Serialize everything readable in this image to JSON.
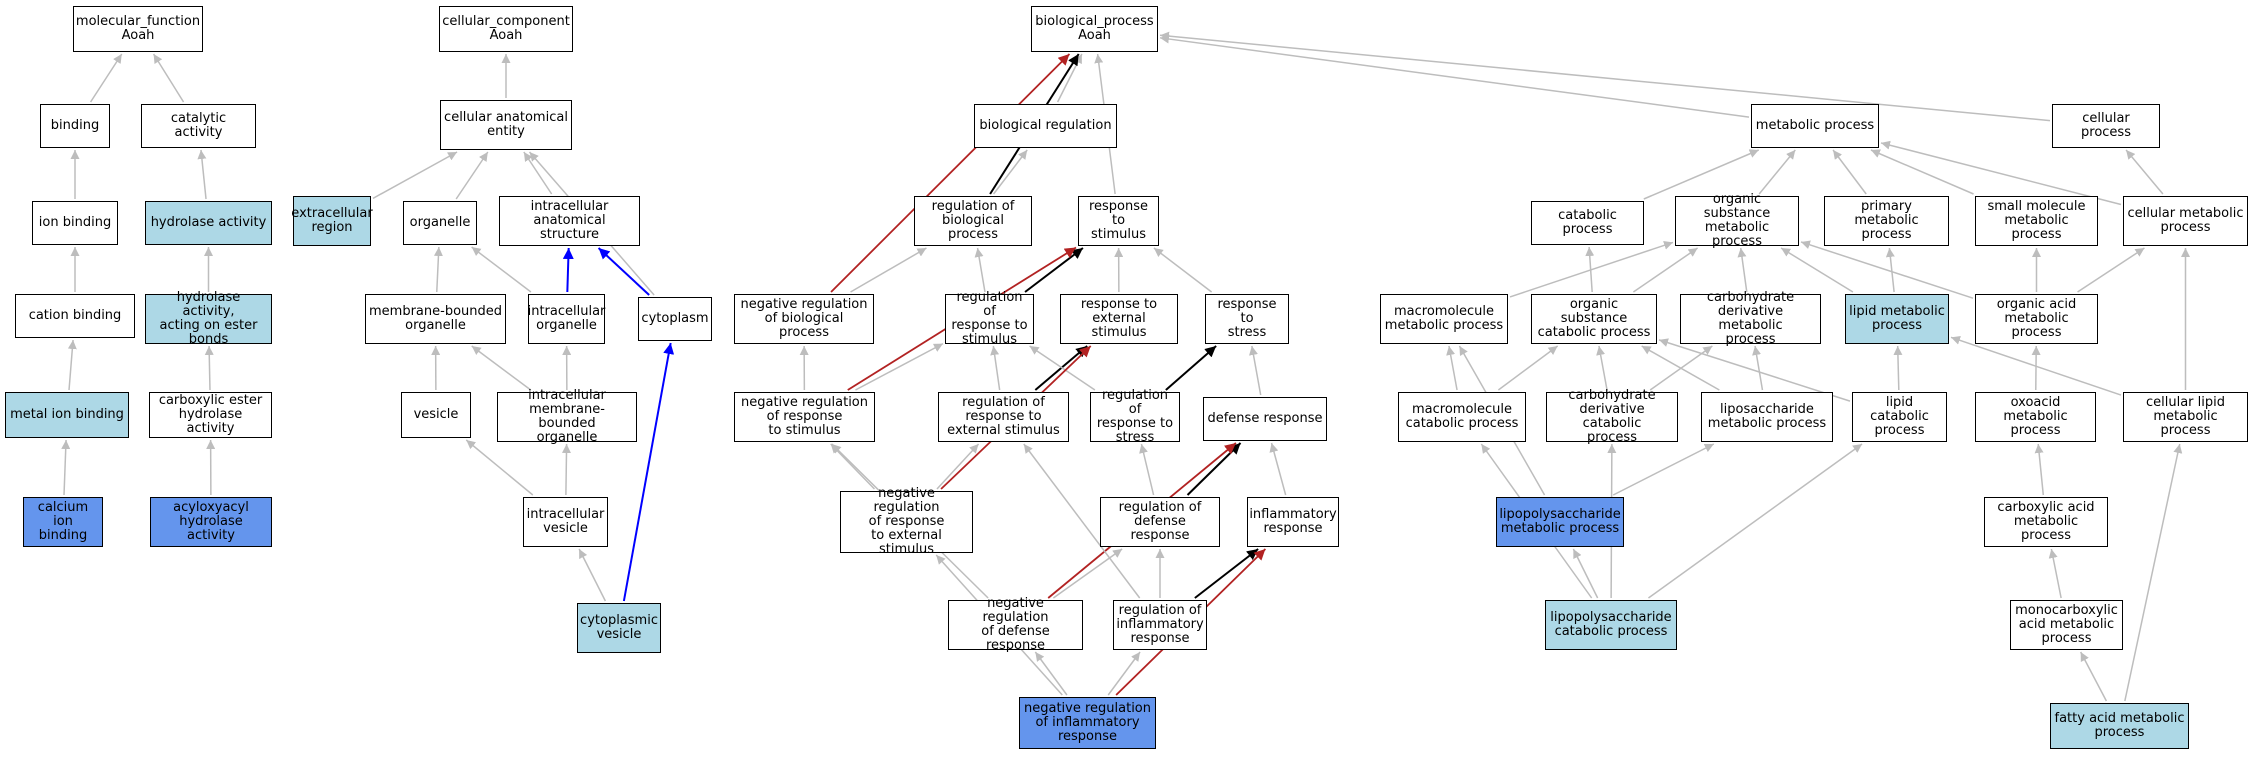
{
  "colors": {
    "white": "#ffffff",
    "light": "#add8e6",
    "dark": "#6495ed",
    "edge_gray": "#bdbdbd",
    "edge_black": "#000000",
    "edge_blue": "#0000ff",
    "edge_red": "#b22222"
  },
  "nodes": [
    {
      "id": "mf",
      "label": "molecular_function\nAoah",
      "fill": "white"
    },
    {
      "id": "binding",
      "label": "binding",
      "fill": "white"
    },
    {
      "id": "catalytic",
      "label": "catalytic activity",
      "fill": "white"
    },
    {
      "id": "ionbinding",
      "label": "ion binding",
      "fill": "white"
    },
    {
      "id": "hydrolase",
      "label": "hydrolase activity",
      "fill": "light"
    },
    {
      "id": "cationbinding",
      "label": "cation binding",
      "fill": "white"
    },
    {
      "id": "hydroester",
      "label": "hydrolase activity,\nacting on ester\nbonds",
      "fill": "light"
    },
    {
      "id": "metalion",
      "label": "metal ion binding",
      "fill": "light"
    },
    {
      "id": "carbester",
      "label": "carboxylic ester\nhydrolase activity",
      "fill": "white"
    },
    {
      "id": "calcium",
      "label": "calcium ion\nbinding",
      "fill": "dark"
    },
    {
      "id": "acyloxy",
      "label": "acyloxyacyl\nhydrolase activity",
      "fill": "dark"
    },
    {
      "id": "cc",
      "label": "cellular_component\nAoah",
      "fill": "white"
    },
    {
      "id": "cae",
      "label": "cellular anatomical\nentity",
      "fill": "white"
    },
    {
      "id": "extracell",
      "label": "extracellular\nregion",
      "fill": "light"
    },
    {
      "id": "organelle",
      "label": "organelle",
      "fill": "white"
    },
    {
      "id": "intraanat",
      "label": "intracellular\nanatomical structure",
      "fill": "white"
    },
    {
      "id": "membbound",
      "label": "membrane-bounded\norganelle",
      "fill": "white"
    },
    {
      "id": "intraorg",
      "label": "intracellular\norganelle",
      "fill": "white"
    },
    {
      "id": "cytoplasm",
      "label": "cytoplasm",
      "fill": "white"
    },
    {
      "id": "vesicle",
      "label": "vesicle",
      "fill": "white"
    },
    {
      "id": "intramemb",
      "label": "intracellular\nmembrane-bounded\norganelle",
      "fill": "white"
    },
    {
      "id": "intraves",
      "label": "intracellular\nvesicle",
      "fill": "white"
    },
    {
      "id": "cytoves",
      "label": "cytoplasmic\nvesicle",
      "fill": "light"
    },
    {
      "id": "bp",
      "label": "biological_process\nAoah",
      "fill": "white"
    },
    {
      "id": "bioreg",
      "label": "biological regulation",
      "fill": "white"
    },
    {
      "id": "regbio",
      "label": "regulation of\nbiological process",
      "fill": "white"
    },
    {
      "id": "respstim",
      "label": "response to\nstimulus",
      "fill": "white"
    },
    {
      "id": "negregbio",
      "label": "negative regulation\nof biological\nprocess",
      "fill": "white"
    },
    {
      "id": "regresp",
      "label": "regulation of\nresponse to\nstimulus",
      "fill": "white"
    },
    {
      "id": "respext",
      "label": "response to\nexternal stimulus",
      "fill": "white"
    },
    {
      "id": "respstress",
      "label": "response to\nstress",
      "fill": "white"
    },
    {
      "id": "negregresp",
      "label": "negative regulation\nof response\nto stimulus",
      "fill": "white"
    },
    {
      "id": "regrespext",
      "label": "regulation of\nresponse to\nexternal stimulus",
      "fill": "white"
    },
    {
      "id": "regrespstress",
      "label": "regulation of\nresponse to\nstress",
      "fill": "white"
    },
    {
      "id": "defresp",
      "label": "defense response",
      "fill": "white"
    },
    {
      "id": "negregext",
      "label": "negative regulation\nof response\nto external\nstimulus",
      "fill": "white"
    },
    {
      "id": "regdef",
      "label": "regulation of\ndefense response",
      "fill": "white"
    },
    {
      "id": "inflam",
      "label": "inflammatory\nresponse",
      "fill": "white"
    },
    {
      "id": "negregdef",
      "label": "negative regulation\nof defense response",
      "fill": "white"
    },
    {
      "id": "reginflam",
      "label": "regulation of\ninflammatory\nresponse",
      "fill": "white"
    },
    {
      "id": "negreginflam",
      "label": "negative regulation\nof inflammatory\nresponse",
      "fill": "dark"
    },
    {
      "id": "metab",
      "label": "metabolic process",
      "fill": "white"
    },
    {
      "id": "cellproc",
      "label": "cellular process",
      "fill": "white"
    },
    {
      "id": "catab",
      "label": "catabolic process",
      "fill": "white"
    },
    {
      "id": "orgsub",
      "label": "organic substance\nmetabolic process",
      "fill": "white"
    },
    {
      "id": "primary",
      "label": "primary metabolic\nprocess",
      "fill": "white"
    },
    {
      "id": "smallmol",
      "label": "small molecule\nmetabolic process",
      "fill": "white"
    },
    {
      "id": "cellmetab",
      "label": "cellular metabolic\nprocess",
      "fill": "white"
    },
    {
      "id": "macromol",
      "label": "macromolecule\nmetabolic process",
      "fill": "white"
    },
    {
      "id": "orgsubcat",
      "label": "organic substance\ncatabolic process",
      "fill": "white"
    },
    {
      "id": "carbderiv",
      "label": "carbohydrate\nderivative metabolic\nprocess",
      "fill": "white"
    },
    {
      "id": "lipid",
      "label": "lipid metabolic\nprocess",
      "fill": "light"
    },
    {
      "id": "orgacid",
      "label": "organic acid\nmetabolic process",
      "fill": "white"
    },
    {
      "id": "macrocat",
      "label": "macromolecule\ncatabolic process",
      "fill": "white"
    },
    {
      "id": "carbdercat",
      "label": "carbohydrate\nderivative catabolic\nprocess",
      "fill": "white"
    },
    {
      "id": "liposacch",
      "label": "liposaccharide\nmetabolic process",
      "fill": "white"
    },
    {
      "id": "lipidcat",
      "label": "lipid catabolic\nprocess",
      "fill": "white"
    },
    {
      "id": "oxoacid",
      "label": "oxoacid metabolic\nprocess",
      "fill": "white"
    },
    {
      "id": "celllipid",
      "label": "cellular lipid\nmetabolic process",
      "fill": "white"
    },
    {
      "id": "lps",
      "label": "lipopolysaccharide\nmetabolic process",
      "fill": "dark"
    },
    {
      "id": "carboxacid",
      "label": "carboxylic acid\nmetabolic process",
      "fill": "white"
    },
    {
      "id": "lpscat",
      "label": "lipopolysaccharide\ncatabolic process",
      "fill": "light"
    },
    {
      "id": "monocarb",
      "label": "monocarboxylic\nacid metabolic\nprocess",
      "fill": "white"
    },
    {
      "id": "fattyacid",
      "label": "fatty acid metabolic\nprocess",
      "fill": "light"
    }
  ],
  "edges": [
    {
      "from": "binding",
      "to": "mf",
      "kind": "is_a"
    },
    {
      "from": "catalytic",
      "to": "mf",
      "kind": "is_a"
    },
    {
      "from": "ionbinding",
      "to": "binding",
      "kind": "is_a"
    },
    {
      "from": "hydrolase",
      "to": "catalytic",
      "kind": "is_a"
    },
    {
      "from": "cationbinding",
      "to": "ionbinding",
      "kind": "is_a"
    },
    {
      "from": "hydroester",
      "to": "hydrolase",
      "kind": "is_a"
    },
    {
      "from": "metalion",
      "to": "cationbinding",
      "kind": "is_a"
    },
    {
      "from": "carbester",
      "to": "hydroester",
      "kind": "is_a"
    },
    {
      "from": "calcium",
      "to": "metalion",
      "kind": "is_a"
    },
    {
      "from": "acyloxy",
      "to": "carbester",
      "kind": "is_a"
    },
    {
      "from": "cae",
      "to": "cc",
      "kind": "is_a"
    },
    {
      "from": "extracell",
      "to": "cae",
      "kind": "is_a"
    },
    {
      "from": "organelle",
      "to": "cae",
      "kind": "is_a"
    },
    {
      "from": "intraanat",
      "to": "cae",
      "kind": "is_a"
    },
    {
      "from": "cytoplasm",
      "to": "cae",
      "kind": "is_a"
    },
    {
      "from": "membbound",
      "to": "organelle",
      "kind": "is_a"
    },
    {
      "from": "intraorg",
      "to": "organelle",
      "kind": "is_a"
    },
    {
      "from": "intraorg",
      "to": "intraanat",
      "kind": "part_of"
    },
    {
      "from": "cytoplasm",
      "to": "intraanat",
      "kind": "part_of"
    },
    {
      "from": "vesicle",
      "to": "membbound",
      "kind": "is_a"
    },
    {
      "from": "intramemb",
      "to": "membbound",
      "kind": "is_a"
    },
    {
      "from": "intramemb",
      "to": "intraorg",
      "kind": "is_a"
    },
    {
      "from": "intraves",
      "to": "vesicle",
      "kind": "is_a"
    },
    {
      "from": "intraves",
      "to": "intramemb",
      "kind": "is_a"
    },
    {
      "from": "cytoves",
      "to": "intraves",
      "kind": "is_a"
    },
    {
      "from": "cytoves",
      "to": "cytoplasm",
      "kind": "part_of"
    },
    {
      "from": "bioreg",
      "to": "bp",
      "kind": "is_a"
    },
    {
      "from": "regbio",
      "to": "bioreg",
      "kind": "is_a"
    },
    {
      "from": "regbio",
      "to": "bp",
      "kind": "regulates"
    },
    {
      "from": "respstim",
      "to": "bp",
      "kind": "is_a"
    },
    {
      "from": "negregbio",
      "to": "regbio",
      "kind": "is_a"
    },
    {
      "from": "negregbio",
      "to": "bp",
      "kind": "negatively_regulates"
    },
    {
      "from": "regresp",
      "to": "regbio",
      "kind": "is_a"
    },
    {
      "from": "regresp",
      "to": "respstim",
      "kind": "regulates"
    },
    {
      "from": "respext",
      "to": "respstim",
      "kind": "is_a"
    },
    {
      "from": "respstress",
      "to": "respstim",
      "kind": "is_a"
    },
    {
      "from": "negregresp",
      "to": "negregbio",
      "kind": "is_a"
    },
    {
      "from": "negregresp",
      "to": "regresp",
      "kind": "is_a"
    },
    {
      "from": "negregresp",
      "to": "respstim",
      "kind": "negatively_regulates"
    },
    {
      "from": "regrespext",
      "to": "regresp",
      "kind": "is_a"
    },
    {
      "from": "regrespext",
      "to": "respext",
      "kind": "regulates"
    },
    {
      "from": "regrespstress",
      "to": "regresp",
      "kind": "is_a"
    },
    {
      "from": "regrespstress",
      "to": "respstress",
      "kind": "regulates"
    },
    {
      "from": "defresp",
      "to": "respstress",
      "kind": "is_a"
    },
    {
      "from": "negregext",
      "to": "negregresp",
      "kind": "is_a"
    },
    {
      "from": "negregext",
      "to": "regrespext",
      "kind": "is_a"
    },
    {
      "from": "negregext",
      "to": "respext",
      "kind": "negatively_regulates"
    },
    {
      "from": "regdef",
      "to": "regrespstress",
      "kind": "is_a"
    },
    {
      "from": "regdef",
      "to": "defresp",
      "kind": "regulates"
    },
    {
      "from": "inflam",
      "to": "defresp",
      "kind": "is_a"
    },
    {
      "from": "negregdef",
      "to": "negregresp",
      "kind": "is_a"
    },
    {
      "from": "negregdef",
      "to": "regdef",
      "kind": "is_a"
    },
    {
      "from": "negregdef",
      "to": "defresp",
      "kind": "negatively_regulates"
    },
    {
      "from": "reginflam",
      "to": "regrespext",
      "kind": "is_a"
    },
    {
      "from": "reginflam",
      "to": "regdef",
      "kind": "is_a"
    },
    {
      "from": "reginflam",
      "to": "inflam",
      "kind": "regulates"
    },
    {
      "from": "negreginflam",
      "to": "negregext",
      "kind": "is_a"
    },
    {
      "from": "negreginflam",
      "to": "negregdef",
      "kind": "is_a"
    },
    {
      "from": "negreginflam",
      "to": "reginflam",
      "kind": "is_a"
    },
    {
      "from": "negreginflam",
      "to": "inflam",
      "kind": "negatively_regulates"
    },
    {
      "from": "metab",
      "to": "bp",
      "kind": "is_a"
    },
    {
      "from": "cellproc",
      "to": "bp",
      "kind": "is_a"
    },
    {
      "from": "catab",
      "to": "metab",
      "kind": "is_a"
    },
    {
      "from": "orgsub",
      "to": "metab",
      "kind": "is_a"
    },
    {
      "from": "primary",
      "to": "metab",
      "kind": "is_a"
    },
    {
      "from": "smallmol",
      "to": "metab",
      "kind": "is_a"
    },
    {
      "from": "cellmetab",
      "to": "metab",
      "kind": "is_a"
    },
    {
      "from": "cellmetab",
      "to": "cellproc",
      "kind": "is_a"
    },
    {
      "from": "macromol",
      "to": "orgsub",
      "kind": "is_a"
    },
    {
      "from": "orgsubcat",
      "to": "catab",
      "kind": "is_a"
    },
    {
      "from": "orgsubcat",
      "to": "orgsub",
      "kind": "is_a"
    },
    {
      "from": "carbderiv",
      "to": "orgsub",
      "kind": "is_a"
    },
    {
      "from": "lipid",
      "to": "orgsub",
      "kind": "is_a"
    },
    {
      "from": "lipid",
      "to": "primary",
      "kind": "is_a"
    },
    {
      "from": "orgacid",
      "to": "smallmol",
      "kind": "is_a"
    },
    {
      "from": "orgacid",
      "to": "cellmetab",
      "kind": "is_a"
    },
    {
      "from": "orgacid",
      "to": "orgsub",
      "kind": "is_a"
    },
    {
      "from": "macrocat",
      "to": "macromol",
      "kind": "is_a"
    },
    {
      "from": "macrocat",
      "to": "orgsubcat",
      "kind": "is_a"
    },
    {
      "from": "carbdercat",
      "to": "orgsubcat",
      "kind": "is_a"
    },
    {
      "from": "carbdercat",
      "to": "carbderiv",
      "kind": "is_a"
    },
    {
      "from": "liposacch",
      "to": "carbderiv",
      "kind": "is_a"
    },
    {
      "from": "liposacch",
      "to": "orgsubcat",
      "kind": "is_a"
    },
    {
      "from": "lipidcat",
      "to": "lipid",
      "kind": "is_a"
    },
    {
      "from": "lipidcat",
      "to": "orgsubcat",
      "kind": "is_a"
    },
    {
      "from": "oxoacid",
      "to": "orgacid",
      "kind": "is_a"
    },
    {
      "from": "celllipid",
      "to": "lipid",
      "kind": "is_a"
    },
    {
      "from": "celllipid",
      "to": "cellmetab",
      "kind": "is_a"
    },
    {
      "from": "lps",
      "to": "liposacch",
      "kind": "is_a"
    },
    {
      "from": "lps",
      "to": "macromol",
      "kind": "is_a"
    },
    {
      "from": "carboxacid",
      "to": "oxoacid",
      "kind": "is_a"
    },
    {
      "from": "lpscat",
      "to": "lps",
      "kind": "is_a"
    },
    {
      "from": "lpscat",
      "to": "carbdercat",
      "kind": "is_a"
    },
    {
      "from": "lpscat",
      "to": "macrocat",
      "kind": "is_a"
    },
    {
      "from": "lpscat",
      "to": "lipidcat",
      "kind": "is_a"
    },
    {
      "from": "monocarb",
      "to": "carboxacid",
      "kind": "is_a"
    },
    {
      "from": "fattyacid",
      "to": "monocarb",
      "kind": "is_a"
    },
    {
      "from": "fattyacid",
      "to": "celllipid",
      "kind": "is_a"
    }
  ]
}
